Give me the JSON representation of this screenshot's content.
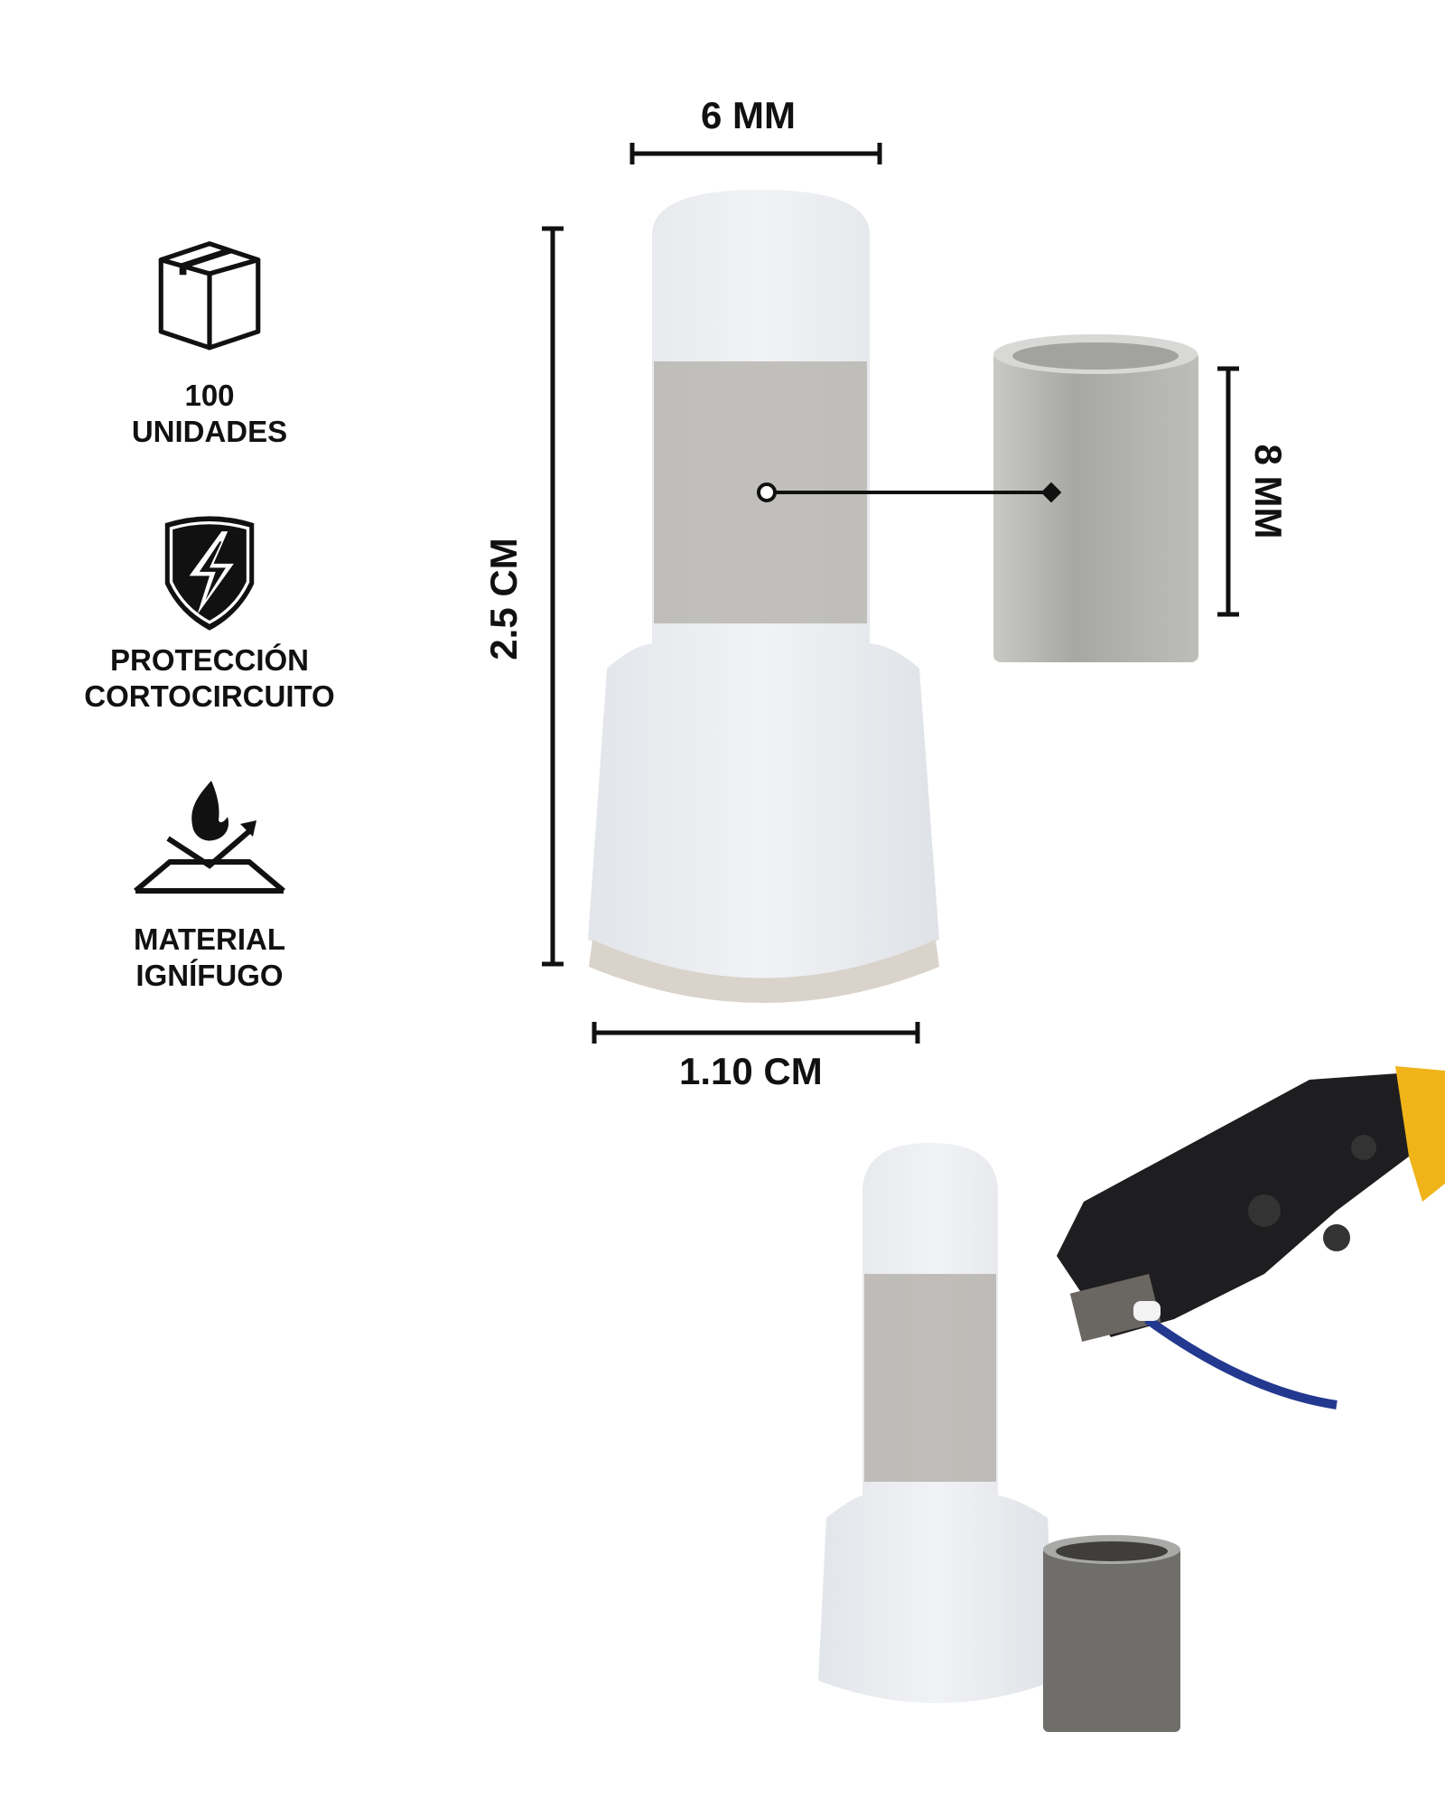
{
  "features": [
    {
      "icon": "box-icon",
      "line1": "100",
      "line2": "UNIDADES"
    },
    {
      "icon": "shield-lightning-icon",
      "line1": "PROTECCIÓN",
      "line2": "CORTOCIRCUITO"
    },
    {
      "icon": "fire-resistant-icon",
      "line1": "MATERIAL",
      "line2": "IGNÍFUGO"
    }
  ],
  "dimensions": {
    "top_width": "6 MM",
    "height": "2.5 CM",
    "base_width": "1.10 CM",
    "sleeve_length": "8 MM"
  },
  "colors": {
    "text": "#111111",
    "plastic": "#e8eaee",
    "metal": "#a9a9a6"
  }
}
